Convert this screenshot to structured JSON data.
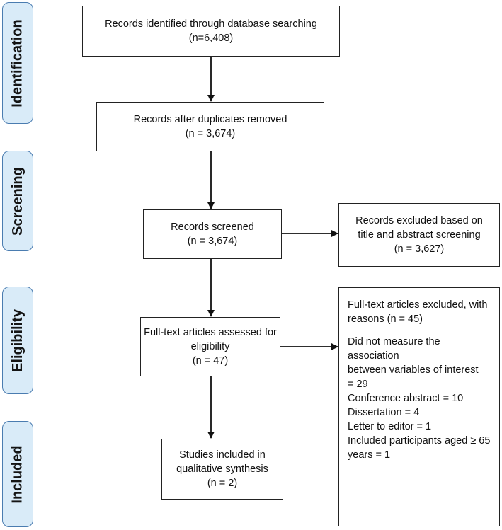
{
  "stages": [
    {
      "id": "identification",
      "label": "Identification"
    },
    {
      "id": "screening",
      "label": "Screening"
    },
    {
      "id": "eligibility",
      "label": "Eligibility"
    },
    {
      "id": "included",
      "label": "Included"
    }
  ],
  "boxes": {
    "identified": {
      "lines": [
        "Records identified through database searching",
        "(n=6,408)"
      ]
    },
    "after_duplicates": {
      "lines": [
        "Records after duplicates removed",
        "(n = 3,674)"
      ]
    },
    "screened": {
      "lines": [
        "Records screened",
        "(n = 3,674)"
      ]
    },
    "excluded_screening": {
      "lines": [
        "Records excluded based on",
        "title and abstract screening",
        "(n = 3,627)"
      ]
    },
    "fulltext_assessed": {
      "lines": [
        "Full-text articles assessed for",
        "eligibility",
        "(n = 47)"
      ]
    },
    "fulltext_excluded": {
      "heading_lines": [
        "Full-text articles excluded, with",
        "reasons (n = 45)"
      ],
      "reason_lines": [
        "Did not measure the association",
        "between variables of interest",
        "= 29",
        "Conference abstract = 10",
        "Dissertation = 4",
        "Letter to editor = 1",
        "Included participants aged ≥ 65",
        "years = 1"
      ]
    },
    "included_studies": {
      "lines": [
        "Studies included in",
        "qualitative synthesis",
        "(n = 2)"
      ]
    }
  },
  "colors": {
    "stage_fill": "#d9ebf8",
    "stage_border": "#4a7cb0",
    "box_border": "#222222",
    "arrow": "#111111"
  }
}
